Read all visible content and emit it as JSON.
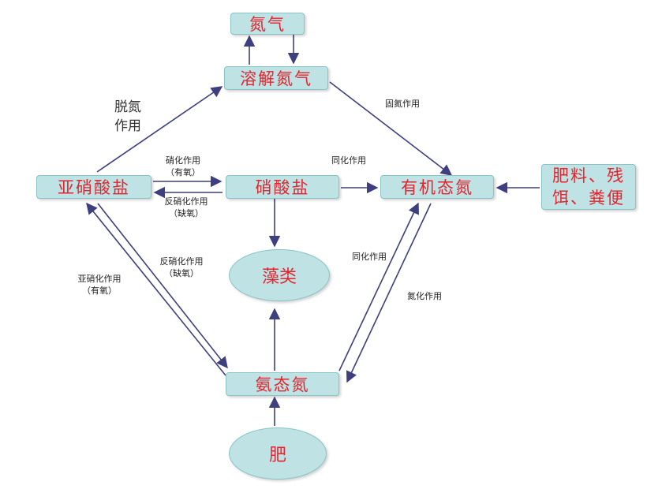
{
  "nodes": {
    "nitrogen_gas": "氮气",
    "dissolved_nitrogen": "溶解氮气",
    "nitrite": "亚硝酸盐",
    "nitrate": "硝酸盐",
    "organic_nitrogen": "有机态氮",
    "fertilizer_line1": "肥料、残",
    "fertilizer_line2": "饵、粪便",
    "algae": "藻类",
    "ammonium": "氨态氮",
    "manure": "肥"
  },
  "labels": {
    "denitrification_line1": "脱氮",
    "denitrification_line2": "作用",
    "nitrogen_fixation": "固氮作用",
    "nitrification": "硝化作用",
    "nitrification_cond": "（有氧）",
    "denitrify": "反硝化作用",
    "denitrify_cond": "（缺氧）",
    "assimilation_top": "同化作用",
    "assimilation_mid": "同化作用",
    "ammonification": "氮化作用",
    "nitritation": "亚硝化作用",
    "nitritation_cond": "（有氧）",
    "denitrify_diag": "反硝化作用",
    "denitrify_diag_cond": "（缺氧）"
  },
  "colors": {
    "node_fill": "#bfe3e4",
    "node_text": "#e0262f",
    "arrow": "#3d3f7f"
  }
}
